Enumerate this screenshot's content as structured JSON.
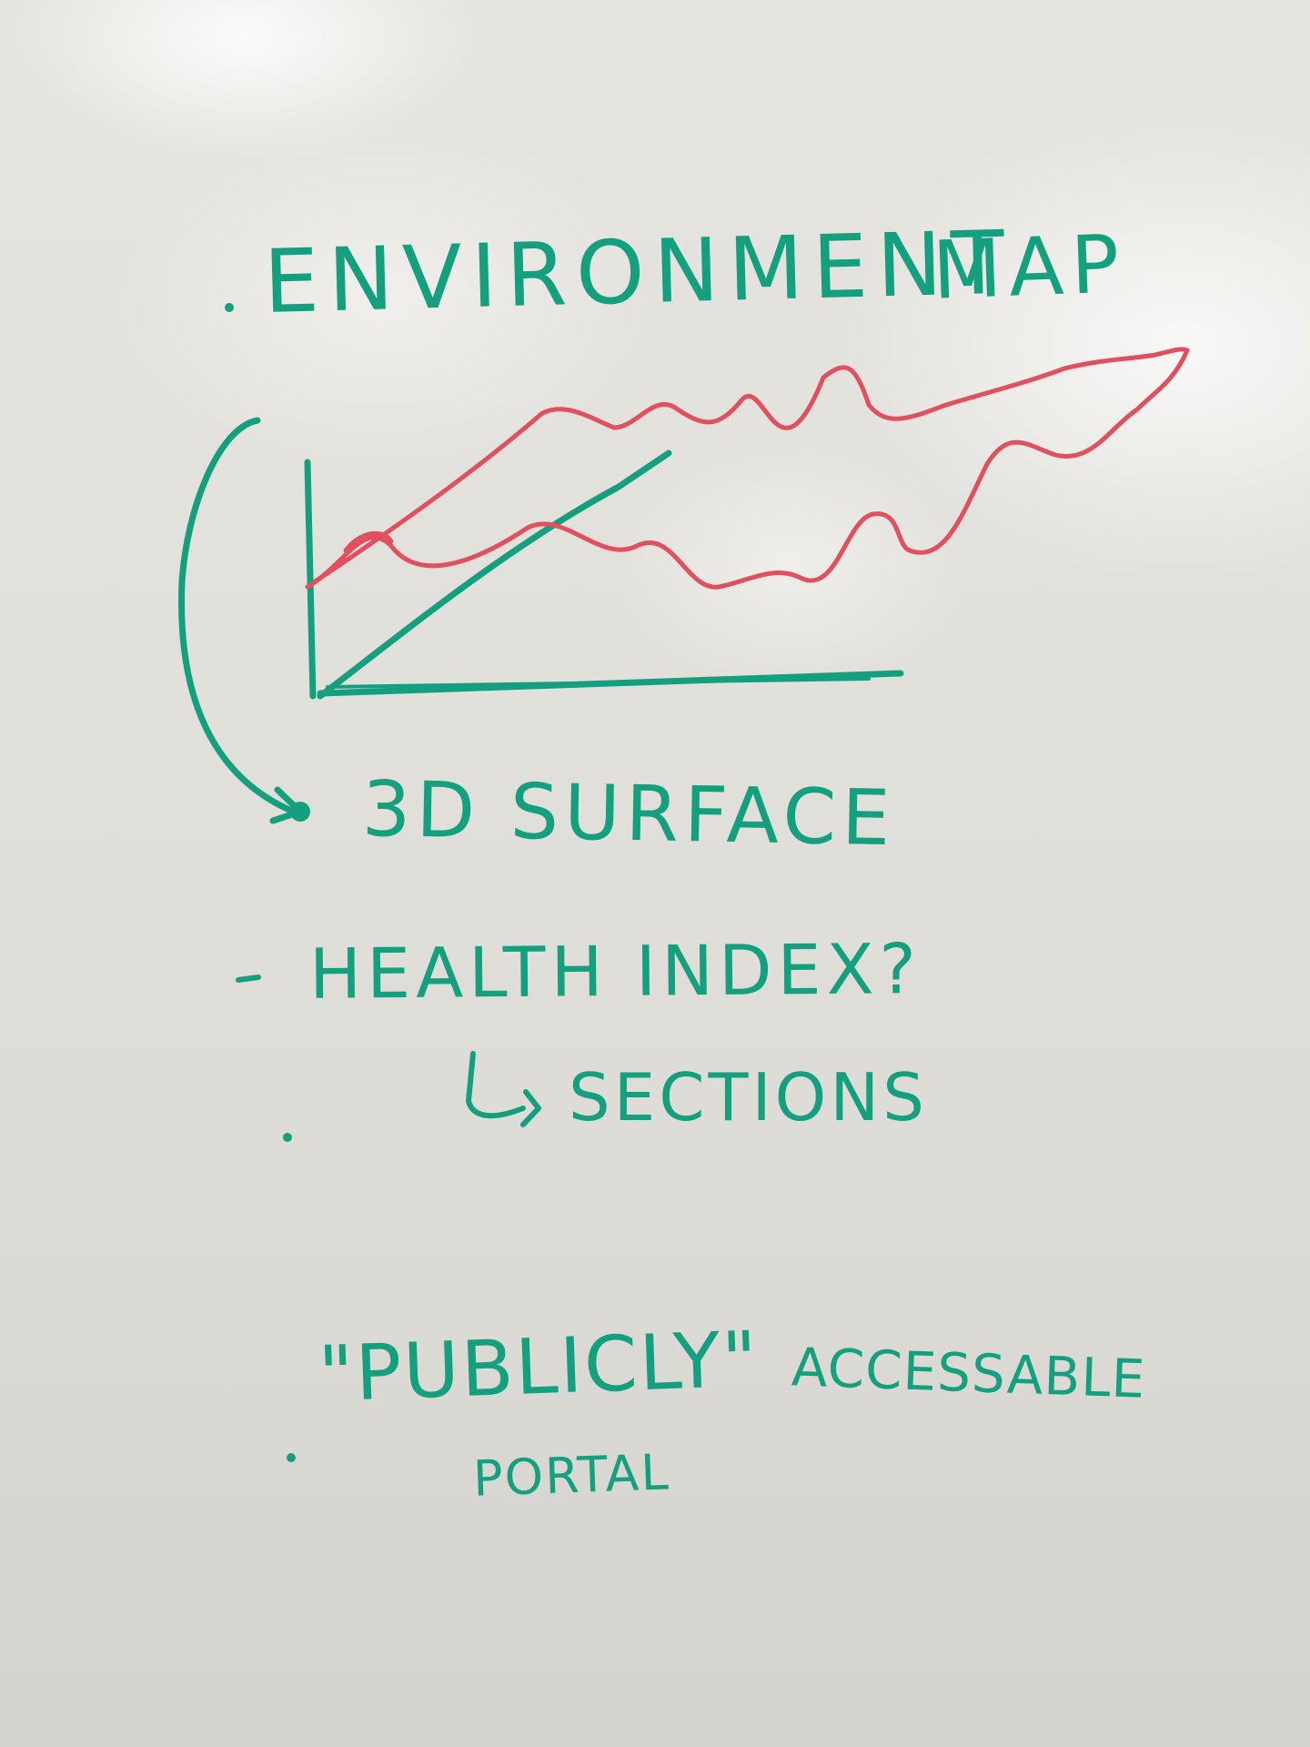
{
  "board": {
    "items": [
      {
        "text": "ENVIRONMENT"
      },
      {
        "text": "MAP"
      },
      {
        "text": "3D SURFACE"
      },
      {
        "text": "HEALTH INDEX?"
      },
      {
        "text": "SECTIONS"
      },
      {
        "text": "\"PUBLICLY\""
      },
      {
        "text": "ACCESSABLE"
      },
      {
        "text": "PORTAL"
      }
    ]
  },
  "colors": {
    "board": "#e4e2dd",
    "green_marker": "#14a07f",
    "red_marker": "#e0505e"
  }
}
